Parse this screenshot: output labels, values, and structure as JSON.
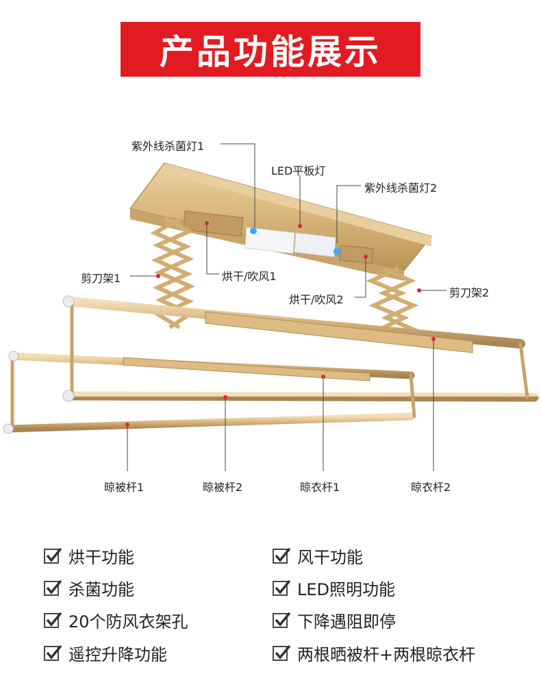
{
  "title": "产品功能展示",
  "callouts": {
    "uv_lamp_1": "紫外线杀菌灯1",
    "led_panel": "LED平板灯",
    "uv_lamp_2": "紫外线杀菌灯2",
    "scissor_arm_1": "剪刀架1",
    "dry_blow_1": "烘干/吹风1",
    "dry_blow_2": "烘干/吹风2",
    "scissor_arm_2": "剪刀架2",
    "quilt_rod_1": "晾被杆1",
    "quilt_rod_2": "晾被杆2",
    "clothes_rod_1": "晾衣杆1",
    "clothes_rod_2": "晾衣杆2"
  },
  "features": [
    "烘干功能",
    "风干功能",
    "杀菌功能",
    "LED照明功能",
    "20个防风衣架孔",
    "下降遇阻即停",
    "遥控升降功能",
    "两根晒被杆+两根晾衣杆"
  ],
  "colors": {
    "banner": "#e21b22",
    "gold": "#d9b77e",
    "gold_dark": "#b8935a",
    "marker": "#e0213a",
    "uv_blue": "#3ea9ff"
  },
  "icons": {
    "check": "checkbox-check-icon"
  }
}
